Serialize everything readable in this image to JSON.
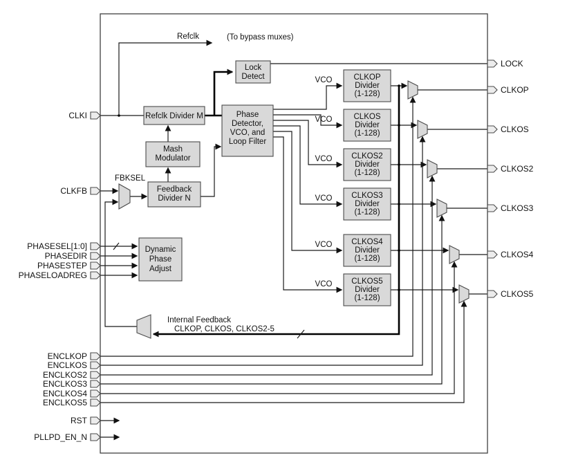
{
  "inputs": [
    "CLKI",
    "CLKFB",
    "PHASESEL[1:0]",
    "PHASEDIR",
    "PHASESTEP",
    "PHASELOADREG",
    "ENCLKOP",
    "ENCLKOS",
    "ENCLKOS2",
    "ENCLKOS3",
    "ENCLKOS4",
    "ENCLKOS5",
    "RST",
    "PLLPD_EN_N"
  ],
  "outputs": [
    "LOCK",
    "CLKOP",
    "CLKOS",
    "CLKOS2",
    "CLKOS3",
    "CLKOS4",
    "CLKOS5"
  ],
  "blocks": {
    "refclk_divider": "Refclk Divider M",
    "lock_detect": [
      "Lock",
      "Detect"
    ],
    "mash_modulator": [
      "Mash",
      "Modulator"
    ],
    "feedback_divider": [
      "Feedback",
      "Divider N"
    ],
    "dynamic_phase_adjust": [
      "Dynamic",
      "Phase",
      "Adjust"
    ],
    "phase_detector": [
      "Phase",
      "Detector,",
      "VCO, and",
      "Loop Filter"
    ],
    "dividers": [
      "CLKOP",
      "CLKOS",
      "CLKOS2",
      "CLKOS3",
      "CLKOS4",
      "CLKOS5"
    ],
    "divider_word": "Divider",
    "divider_range": "(1-128)"
  },
  "annotations": {
    "refclk": "Refclk",
    "bypass_note": "(To bypass muxes)",
    "fbksel": "FBKSEL",
    "vco": "VCO",
    "internal_feedback_1": "Internal Feedback",
    "internal_feedback_2": "CLKOP, CLKOS, CLKOS2-5"
  },
  "colors": {
    "block_fill": "#d9d9d9",
    "connector_fill": "#ececec",
    "line": "#1a1a1a",
    "border": "#404040"
  }
}
